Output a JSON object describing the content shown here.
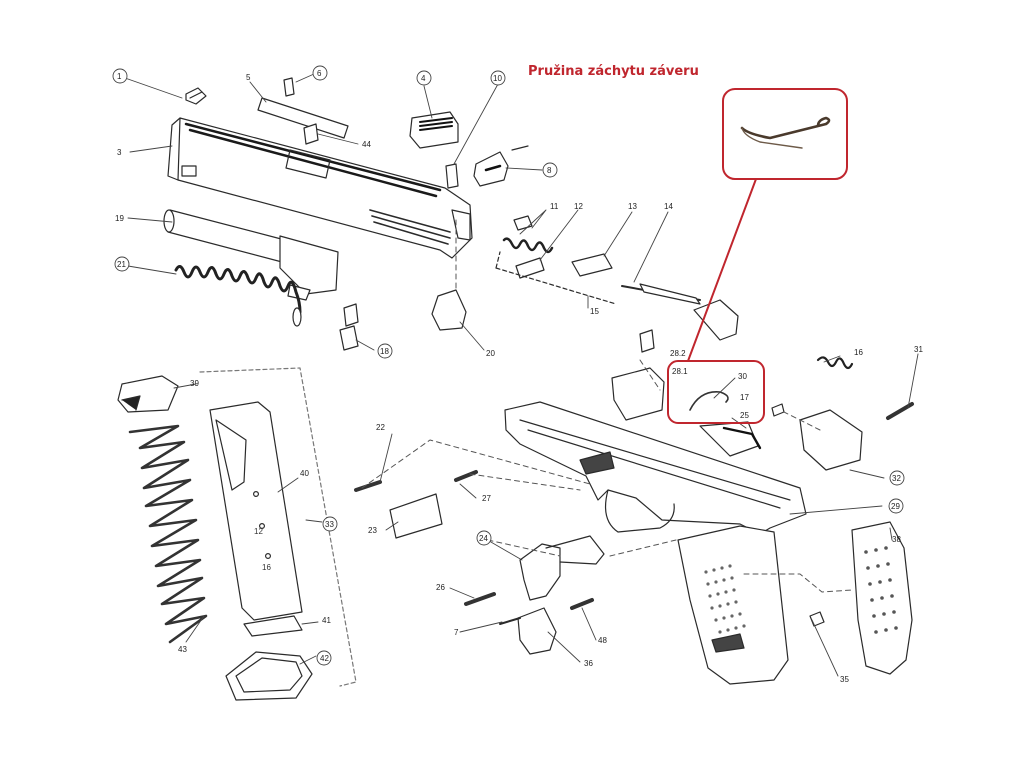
{
  "caption": "Pružina záchytu záveru",
  "accent_color": "#c0262e",
  "line_color": "#2b2b2b",
  "part_labels": {
    "p1": "1",
    "p3": "3",
    "p4": "4",
    "p5": "5",
    "p6": "6",
    "p7": "7",
    "p8": "8",
    "p10": "10",
    "p11": "11",
    "p12": "12",
    "p13": "13",
    "p14": "14",
    "p15": "15",
    "p16": "16",
    "p17": "17",
    "p18": "18",
    "p19": "19",
    "p20": "20",
    "p21": "21",
    "p22": "22",
    "p23": "23",
    "p24": "24",
    "p25": "25",
    "p26": "26",
    "p27": "27",
    "p28_1": "28.1",
    "p28_2": "28.2",
    "p29": "29",
    "p30": "30",
    "p31": "31",
    "p32": "32",
    "p33": "33",
    "p35": "35",
    "p36": "36",
    "p38": "38",
    "p39": "39",
    "p40": "40",
    "p41": "41",
    "p42": "42",
    "p43": "43",
    "p44": "44",
    "p48": "48"
  }
}
